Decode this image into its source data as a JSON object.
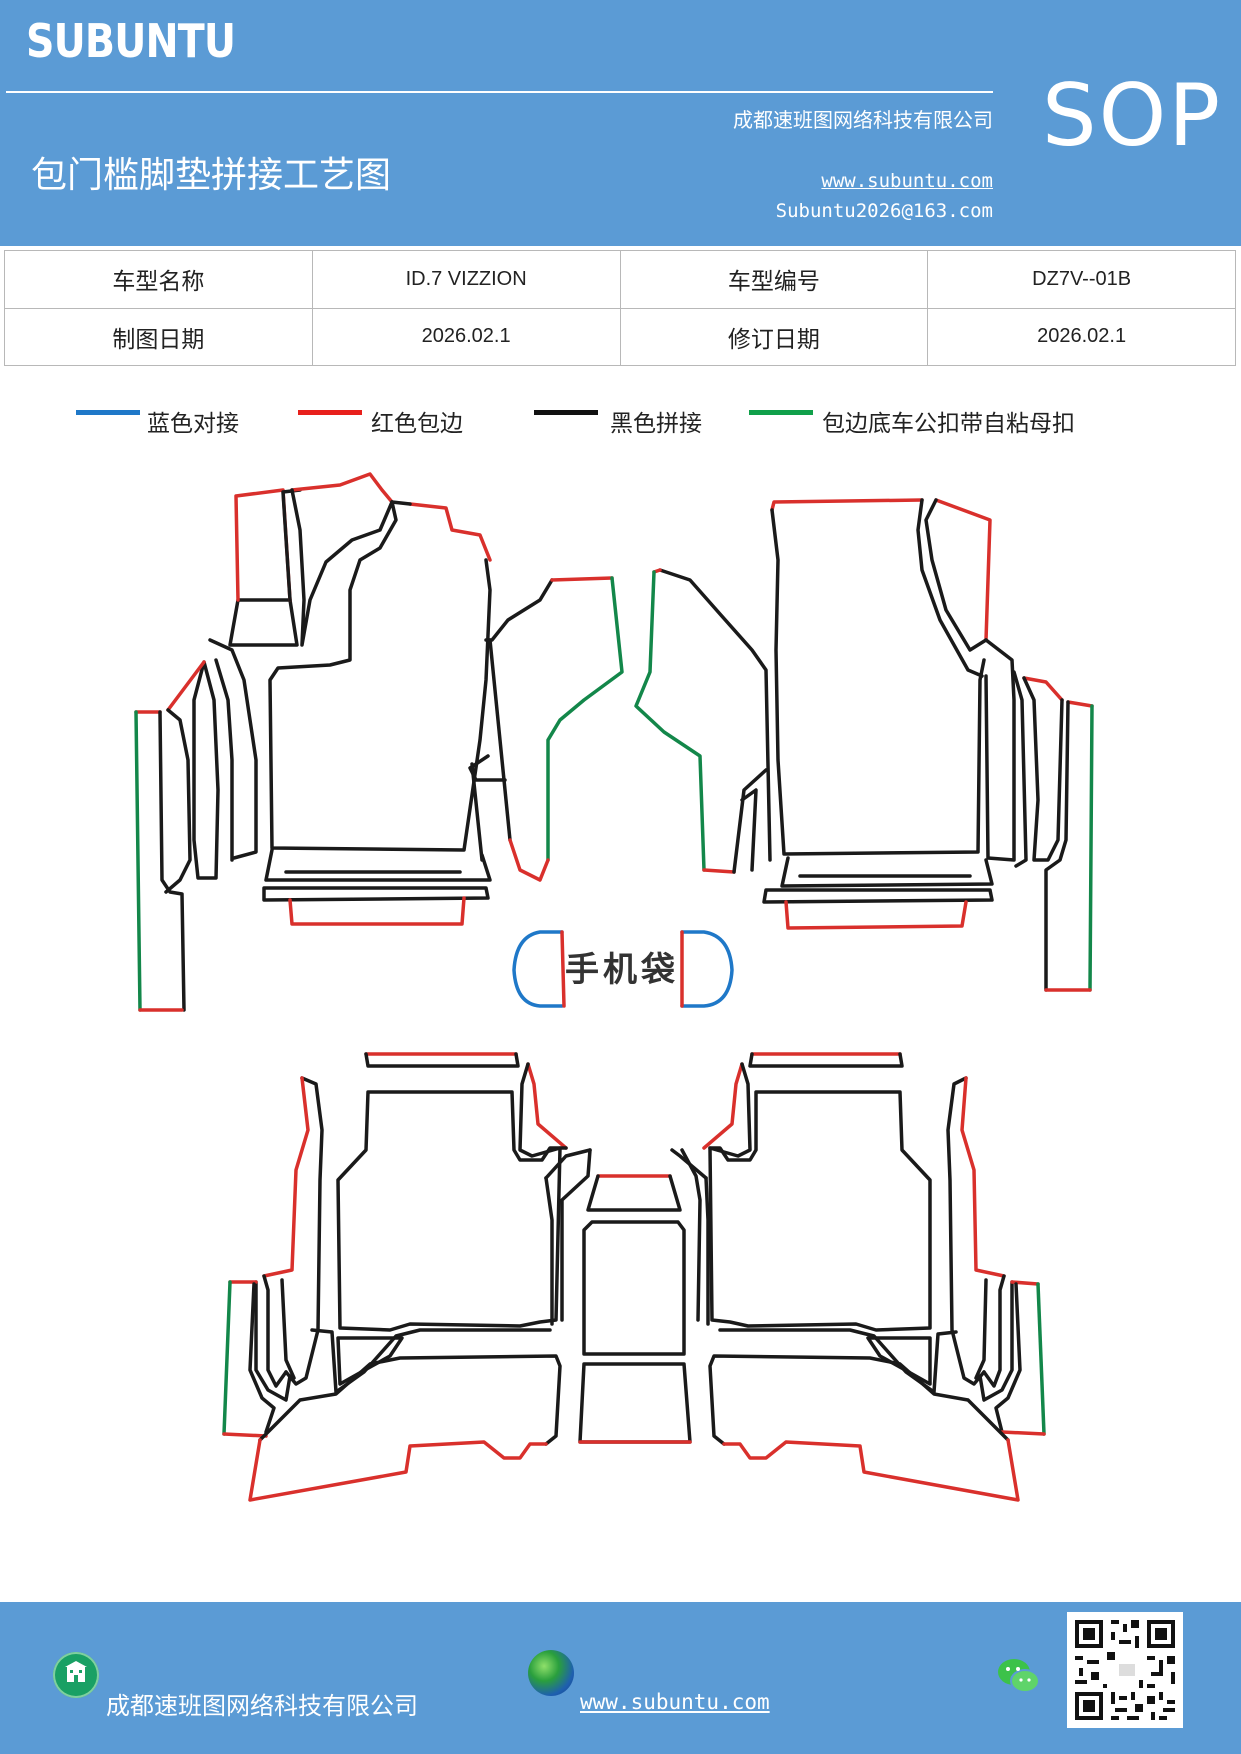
{
  "header": {
    "brand": "SUBUNTU",
    "badge": "SOP",
    "company": "成都速班图网络科技有限公司",
    "title": "包门槛脚垫拼接工艺图",
    "website": "www.subuntu.com",
    "email": "Subuntu2026@163.com"
  },
  "info_table": {
    "rows": [
      [
        {
          "text": "车型名称"
        },
        {
          "text": "ID.7 VIZZION"
        },
        {
          "text": "车型编号"
        },
        {
          "text": "DZ7V--01B"
        }
      ],
      [
        {
          "text": "制图日期"
        },
        {
          "text": "2026.02.1"
        },
        {
          "text": "修订日期"
        },
        {
          "text": "2026.02.1"
        }
      ]
    ]
  },
  "legend": [
    {
      "label": "蓝色对接",
      "color": "#1f78c8"
    },
    {
      "label": "红色包边",
      "color": "#e8201c"
    },
    {
      "label": "黑色拼接",
      "color": "#111111"
    },
    {
      "label": "包边底车公扣带自粘母扣",
      "color": "#10a04a"
    }
  ],
  "diagram": {
    "phone_pocket_label": "手机袋"
  },
  "footer": {
    "company": "成都速班图网络科技有限公司",
    "website": "www.subuntu.com",
    "icons": [
      "building-icon",
      "globe-icon",
      "wechat-icon",
      "qr-code"
    ]
  }
}
